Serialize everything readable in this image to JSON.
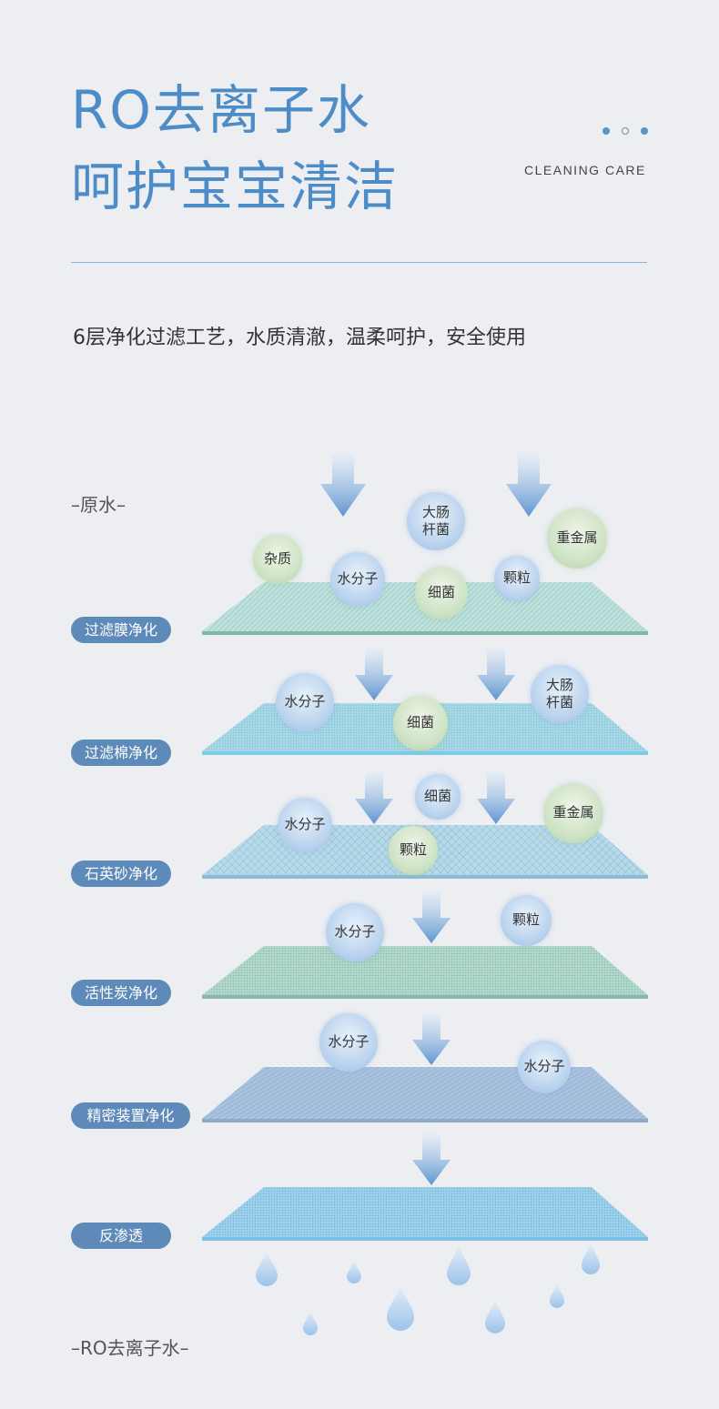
{
  "header": {
    "title_line1": "RO去离子水",
    "title_line2": "呵护宝宝清洁",
    "subtitle_en": "CLEANING CARE",
    "description": "6层净化过滤工艺，水质清澈，温柔呵护，安全使用"
  },
  "labels": {
    "raw_water": "–原水–",
    "result": "–RO去离子水–"
  },
  "layers": [
    {
      "name": "过滤膜净化"
    },
    {
      "name": "过滤棉净化"
    },
    {
      "name": "石英砂净化"
    },
    {
      "name": "活性炭净化"
    },
    {
      "name": "精密装置净化"
    },
    {
      "name": "反渗透"
    }
  ],
  "bubbles": {
    "l0_impurity": "杂质",
    "l0_water": "水分子",
    "l0_ecoli": "大肠\n杆菌",
    "l0_bacteria": "细菌",
    "l0_particle": "颗粒",
    "l0_metal": "重金属",
    "l1_water": "水分子",
    "l1_bacteria": "细菌",
    "l1_ecoli": "大肠\n杆菌",
    "l2_water": "水分子",
    "l2_bacteria": "细菌",
    "l2_particle": "颗粒",
    "l2_metal": "重金属",
    "l3_water": "水分子",
    "l3_particle": "颗粒",
    "l4_water_a": "水分子",
    "l4_water_b": "水分子"
  },
  "colors": {
    "accent": "#4d8cc6",
    "pill": "#5d8ab8",
    "background": "#eceef2"
  }
}
